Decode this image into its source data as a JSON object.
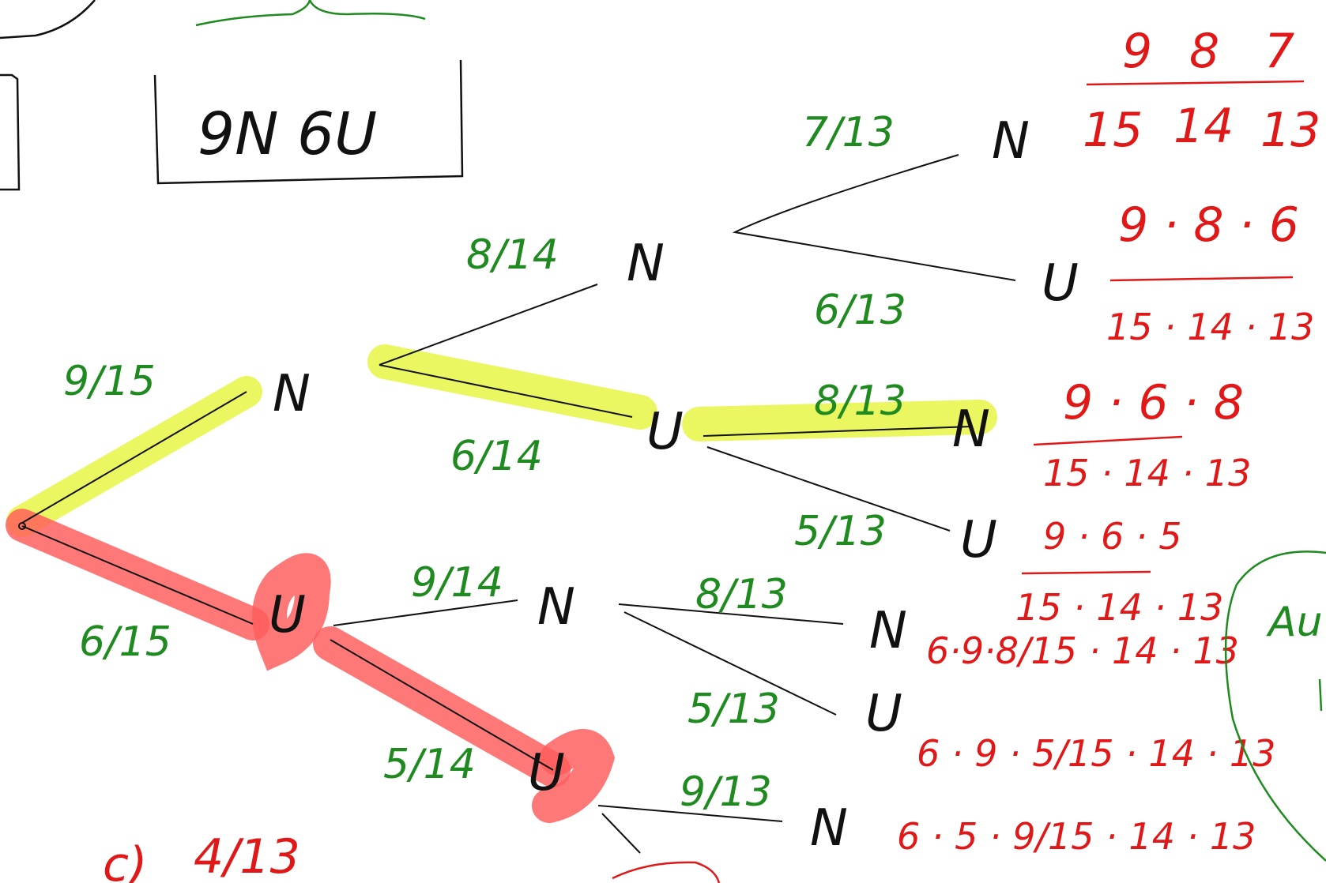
{
  "colors": {
    "ink_black": "#111111",
    "ink_green": "#1f8a1f",
    "ink_red": "#e01818",
    "highlight_yellow": "#e6f53a",
    "highlight_red": "#ff5a5a"
  },
  "urn_box": {
    "label": "9N   6U"
  },
  "level1": {
    "prob_n": "9/15",
    "node_n": "N",
    "prob_u": "6/15",
    "node_u": "U"
  },
  "level2": {
    "from_n": {
      "prob_n": "8/14",
      "node_n": "N",
      "prob_u": "6/14",
      "node_u": "U"
    },
    "from_u": {
      "prob_n": "9/14",
      "node_n": "N",
      "prob_u": "5/14",
      "node_u": "U"
    }
  },
  "level3": {
    "nn": {
      "prob_n": "7/13",
      "node_n": "N",
      "prob_u": "6/13",
      "node_u": "U"
    },
    "nu": {
      "prob_n": "8/13",
      "node_n": "N",
      "prob_u": "5/13",
      "node_u": "U"
    },
    "un": {
      "prob_n": "8/13",
      "node_n": "N",
      "prob_u": "5/13",
      "node_u": "U"
    },
    "uu": {
      "prob_n": "9/13",
      "node_n": "N"
    }
  },
  "results": {
    "r1": {
      "numerators": [
        "9",
        "8",
        "7"
      ],
      "denominators": [
        "15",
        "14",
        "13"
      ]
    },
    "r2": {
      "numerator": "9 · 8 · 6",
      "denominator": "15 · 14 · 13"
    },
    "r3": {
      "numerator": "9 · 6 · 8",
      "denominator": "15 · 14 · 13"
    },
    "r4": {
      "numerator": "9 · 6 · 5",
      "denominator": "15 · 14 · 13"
    },
    "r5": "6·9·8/15 · 14 · 13",
    "r6": "6 · 9 · 5/15 · 14 · 13",
    "r7": "6 · 5 · 9/15 · 14 · 13"
  },
  "bottom_note": {
    "letter": "c)",
    "fraction": "4/13"
  },
  "side_note": {
    "text": "Au"
  }
}
